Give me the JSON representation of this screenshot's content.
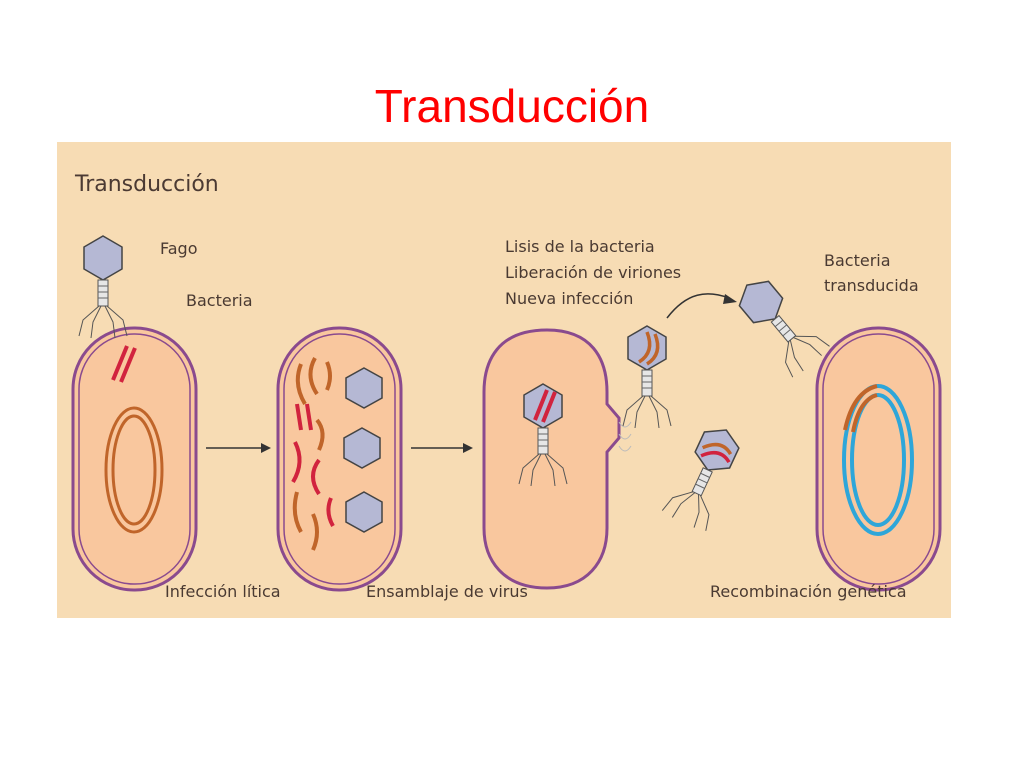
{
  "slide": {
    "title": "Transducción"
  },
  "diagram": {
    "heading": "Transducción",
    "labels": {
      "fago": "Fago",
      "bacteria": "Bacteria",
      "lisis": "Lisis de la bacteria",
      "liberacion": "Liberación de viriones",
      "nueva": "Nueva infección",
      "bacteria_transducida_1": "Bacteria",
      "bacteria_transducida_2": "transducida",
      "infeccion_litica": "Infección lítica",
      "ensamblaje": "Ensamblaje de virus",
      "recombinacion": "Recombinación genética"
    },
    "colors": {
      "background": "#f7dcb4",
      "cell_fill": "#f9c79e",
      "membrane": "#8a4a8e",
      "chromosome": "#c0652a",
      "phage_dna": "#d1233e",
      "transduced_dna": "#2ea6d9",
      "capsid": "#b5b8d4",
      "title": "#ff0000"
    }
  }
}
